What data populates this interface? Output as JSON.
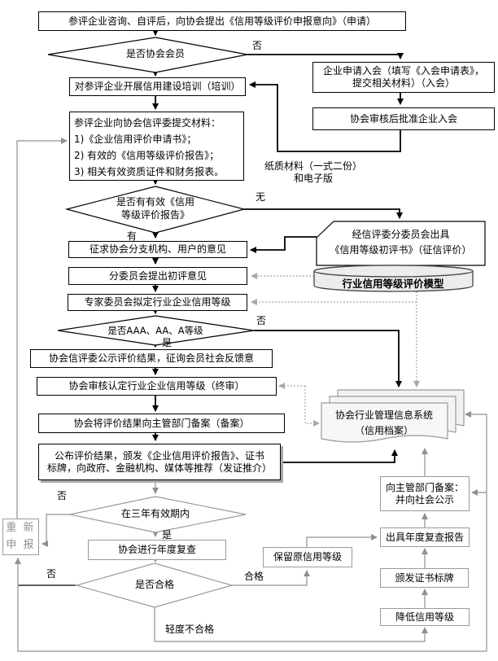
{
  "colors": {
    "line_black": "#000000",
    "line_gray": "#909090",
    "line_dotted": "#aaaaaa",
    "shape_fill": "#eeeeee",
    "doc_fill": "#f4f4f4",
    "reapply_text": "#909090"
  },
  "nodes": {
    "apply": "参评企业咨询、自评后，向协会提出《信用等级评价申报意向》（申请）",
    "is_member": "是否协会会员",
    "join_apply": {
      "l1": "企业申请入会（填写《入会申请表》，",
      "l2": "提交相关材料）（入会）"
    },
    "join_approve": "协会审核后批准企业入会",
    "training": "对参评企业开展信用建设培训（培训）",
    "submit": {
      "l1": "参评企业向协会信评委提交材料：",
      "l2": "1)《企业信用评价申请书》；",
      "l3": "2) 有效的《信用等级评价报告》；",
      "l4": "3) 相关有效资质证件和财务报表。"
    },
    "paper_note": {
      "l1": "纸质材料（一式二份）",
      "l2": "和电子版"
    },
    "has_report": {
      "l1": "是否有有效《信用",
      "l2": "等级评价报告》"
    },
    "initial_eval": {
      "l1": "经信评委分委员会出具",
      "l2": "《信用等级初评书》（征信评价）"
    },
    "seek_opinion": "征求协会分支机构、用户的意见",
    "initial_opinion": "分委员会提出初评意见",
    "model": "行业信用等级评价模型",
    "expert": "专家委员会拟定行业企业信用等级",
    "is_aaa": "是否AAA、AA、A等级",
    "publicize": "协会信评委公示评价结果，征询会员社会反馈意",
    "final_review": "协会审核认定行业企业信用等级（终审）",
    "record": "协会将评价结果向主管部门备案（备案）",
    "announce": {
      "l1": "公布评价结果，颁发《企业信用评价报告》、证书",
      "l2": "标牌，向政府、金融机构、媒体等推荐（发证推介）"
    },
    "info_system": {
      "l1": "协会行业管理信息系统",
      "l2": "（信用档案）"
    },
    "three_year": "在三年有效期内",
    "annual_review": "协会进行年度复查",
    "is_qualified": "是否合格",
    "reapply": {
      "l1": "重 新",
      "l2": "申 报"
    },
    "keep_rating": "保留原信用等级",
    "gov_record": {
      "l1": "向主管部门备案：",
      "l2": "并向社会公示"
    },
    "review_report": "出具年度复查报告",
    "issue_cert": "颁发证书标牌",
    "lower_rating": "降低信用等级"
  },
  "edge_labels": {
    "member_no": "否",
    "report_no": "无",
    "report_yes": "有",
    "aaa_no": "否",
    "aaa_yes": "是",
    "valid_no": "否",
    "valid_yes": "是",
    "qualified_no": "否",
    "qualified_ok": "合格",
    "qualified_minor": "轻度不合格"
  }
}
